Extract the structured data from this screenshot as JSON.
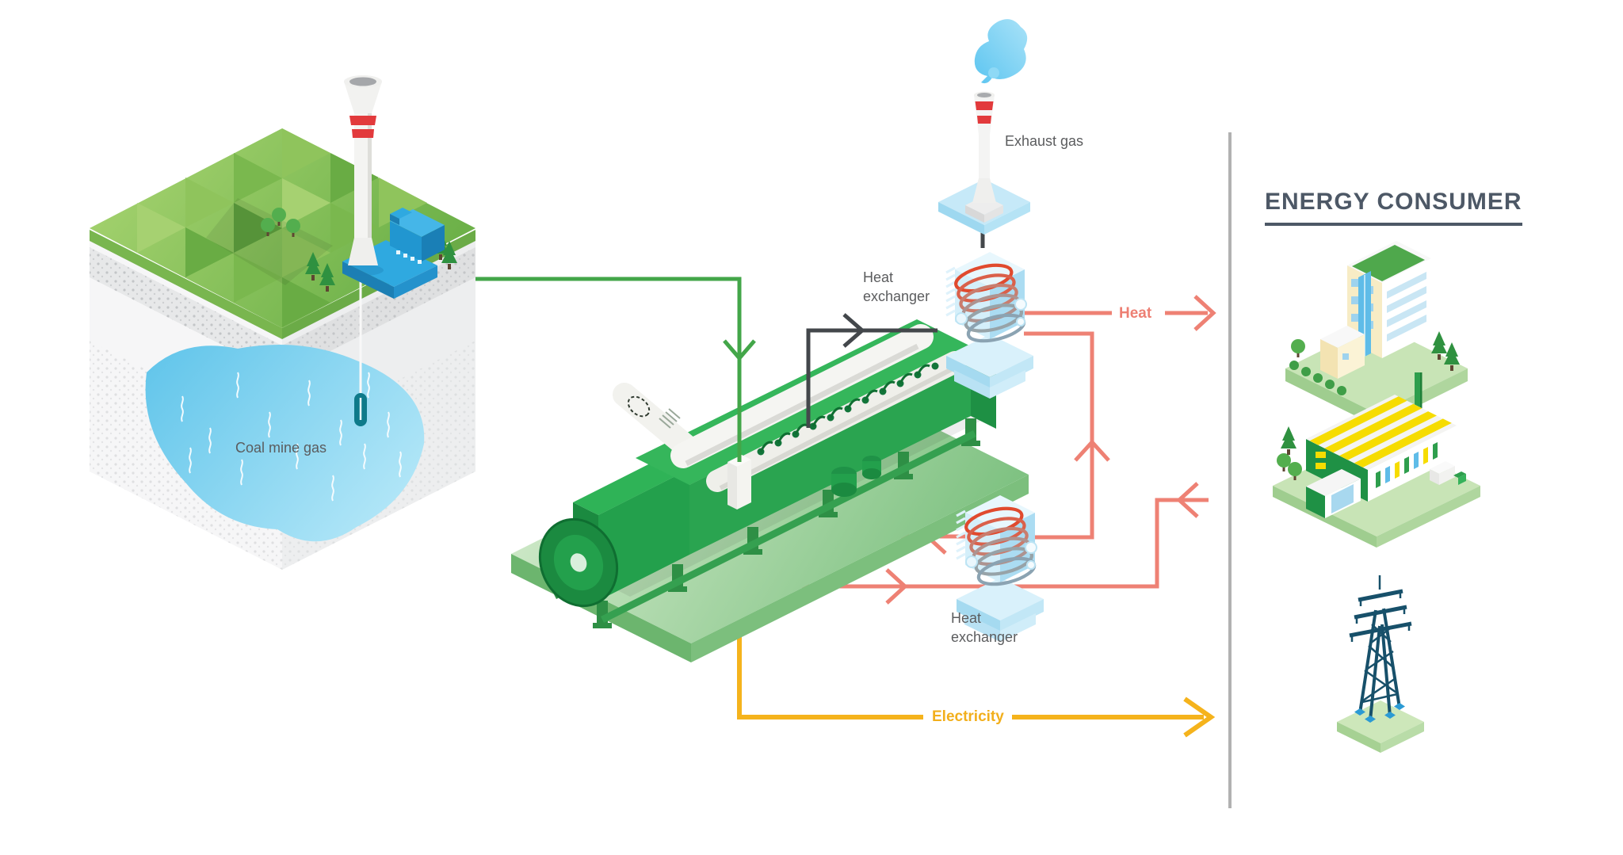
{
  "labels": {
    "coal_mine_gas": "Coal mine gas",
    "exhaust_gas": "Exhaust gas",
    "heat_exchanger": "Heat exchanger"
  },
  "flows": {
    "gas": {
      "label": "Coal mine gas",
      "color": "#43A649"
    },
    "exhaust": {
      "label": "Exhaust gas",
      "color": "#43474B"
    },
    "heat": {
      "label": "Heat",
      "color": "#EE8174"
    },
    "electricity": {
      "label": "Electricity",
      "color": "#F5B31C"
    }
  },
  "consumers": {
    "header": "ENERGY CONSUMER",
    "items": [
      {
        "id": "apartment-building"
      },
      {
        "id": "factory"
      },
      {
        "id": "power-pylon"
      }
    ]
  },
  "colors": {
    "divider": "#B1B1B1",
    "heading": "#4D5866",
    "label_gray": "#5B5C5E"
  }
}
